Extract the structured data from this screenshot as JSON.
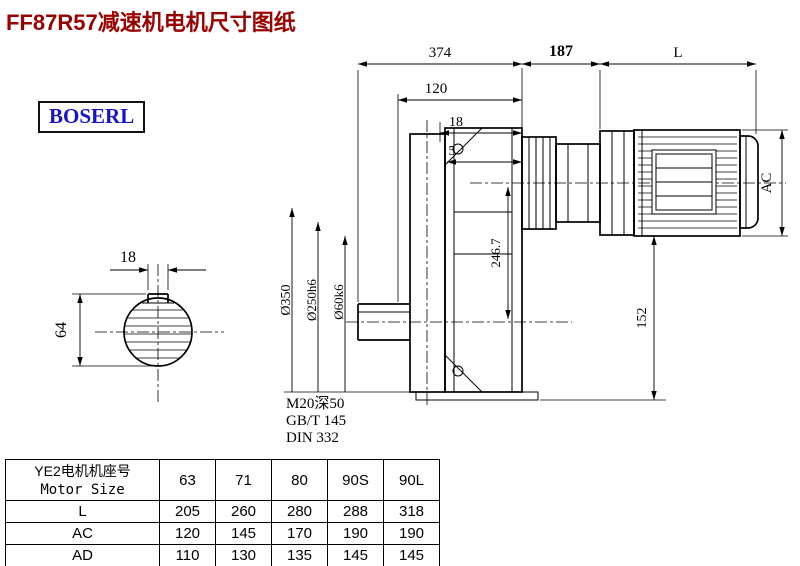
{
  "title": "FF87R57减速机电机尺寸图纸",
  "brand": "BOSERL",
  "colors": {
    "title_red": "#990000",
    "brand_blue": "#1414c8"
  },
  "drawing": {
    "total_length": "374",
    "adapter_length": "187",
    "motor_length": "L",
    "dim_120": "120",
    "dim_18": "18",
    "dim_5": "5",
    "motor_dia": "AC",
    "center_height": "246.7",
    "dim_152": "152",
    "flange_dia": "Ø350",
    "spigot_dia": "Ø250h6",
    "shaft_dia": "Ø60k6",
    "key_width": "18",
    "shaft_key_height": "64",
    "notes": [
      "M20深50",
      "GB/T 145",
      "DIN 332"
    ]
  },
  "table": {
    "header_cn": "YE2电机机座号",
    "header_en": "Motor Size",
    "columns": [
      "63",
      "71",
      "80",
      "90S",
      "90L"
    ],
    "rows": [
      {
        "label": "L",
        "values": [
          "205",
          "260",
          "280",
          "288",
          "318"
        ]
      },
      {
        "label": "AC",
        "values": [
          "120",
          "145",
          "170",
          "190",
          "190"
        ]
      },
      {
        "label": "AD",
        "values": [
          "110",
          "130",
          "135",
          "145",
          "145"
        ]
      }
    ]
  }
}
